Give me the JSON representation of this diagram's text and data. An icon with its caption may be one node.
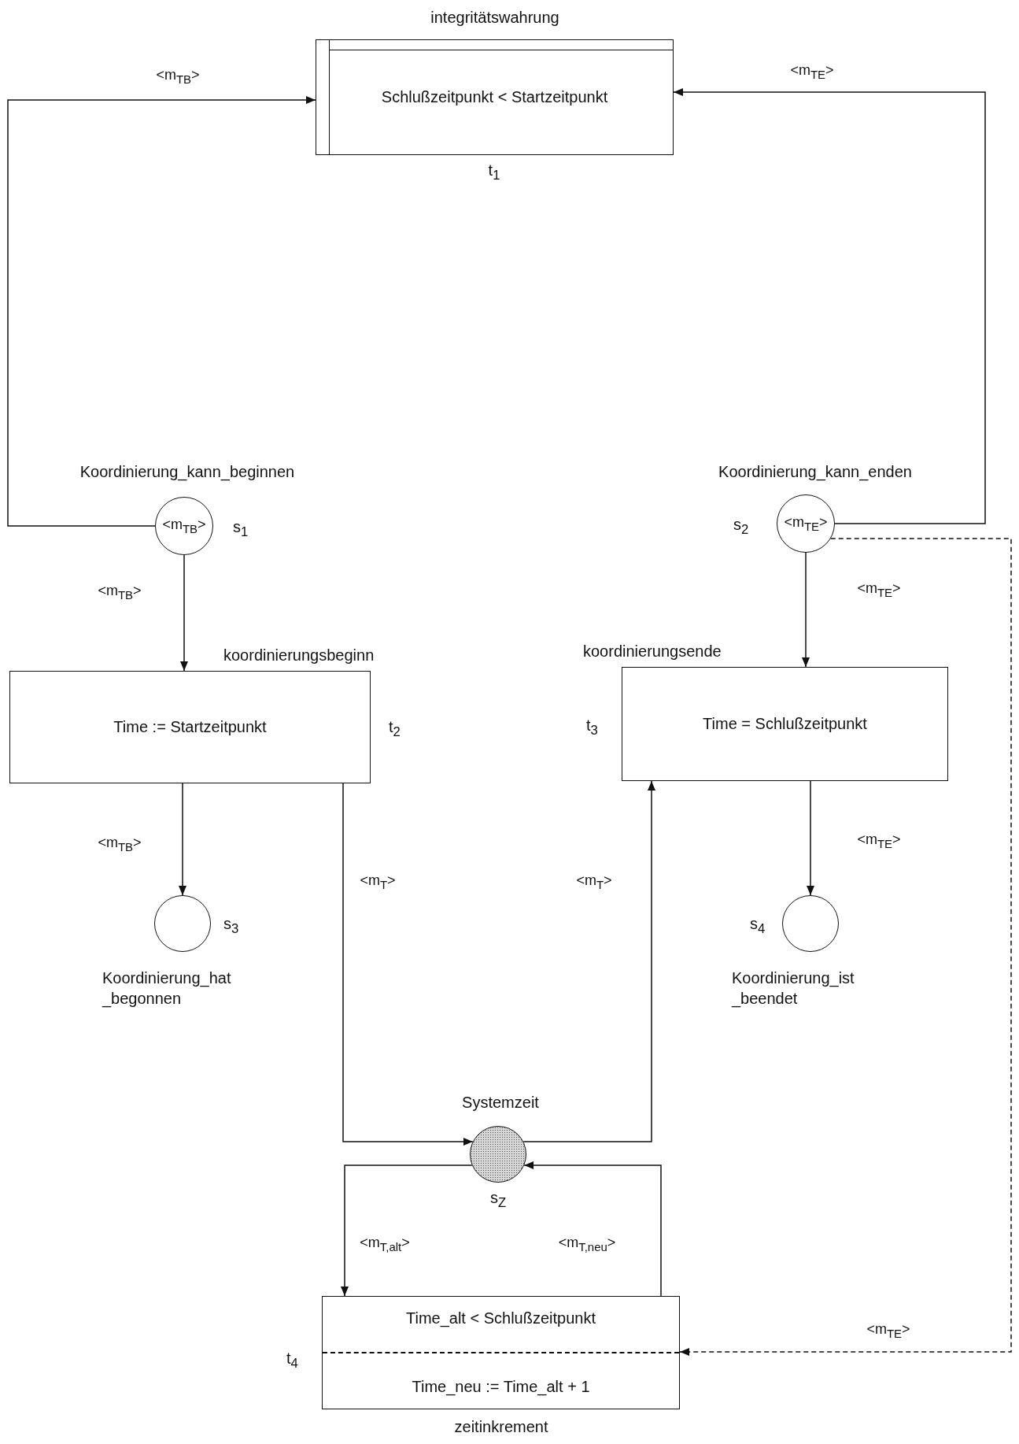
{
  "diagram": {
    "nodes": [
      {
        "text": [
          "integritätswahrung",
          "Schlußzeitpunkt < Startzeitpunkt"
        ],
        "beside": [
          "t$_{1}$"
        ]
      },
      {
        "text": [
          "<m$_{TB}$>"
        ],
        "beside": [
          "Koordinierung_kann_beginnen",
          "s$_{1}$"
        ]
      },
      {
        "text": [
          "<m$_{TE}$>"
        ],
        "beside": [
          "Koordinierung_kann_enden",
          "s$_{2}$"
        ]
      },
      {
        "text": [
          "koordinierungsbeginn",
          "Time := Startzeitpunkt"
        ],
        "beside": [
          "t$_{2}$"
        ]
      },
      {
        "text": [
          "koordinierungsende",
          "Time = Schlußzeitpunkt"
        ],
        "beside": [
          "t$_{3}$"
        ]
      },
      {
        "text": [
          "Koordinierung_hat _begonnen"
        ],
        "beside": [
          "s$_{3}$"
        ]
      },
      {
        "text": [
          "Koordinierung_ist _beendet"
        ],
        "beside": [
          "s$_{4}$"
        ]
      },
      {
        "text": [
          "Systemzeit"
        ],
        "beside": [
          "s$_{Z}$"
        ]
      },
      {
        "text": [
          "Time_alt < Schlußzeitpunkt",
          "Time_neu := Time_alt + 1",
          "zeitinkrement"
        ],
        "beside": [
          "t$_{4}$"
        ]
      }
    ],
    "edges": [
      {
        "from": 1,
        "to": 0,
        "arrow": "to",
        "label": "<m$_{TB}$>"
      },
      {
        "from": 2,
        "to": 0,
        "arrow": "to",
        "label": "<m$_{TE}$>"
      },
      {
        "from": 1,
        "to": 3,
        "arrow": "to",
        "label": "<m$_{TB}$>"
      },
      {
        "from": 2,
        "to": 4,
        "arrow": "to",
        "label": "<m$_{TE}$>"
      },
      {
        "from": 3,
        "to": 5,
        "arrow": "to",
        "label": "<m$_{TB}$>"
      },
      {
        "from": 4,
        "to": 6,
        "arrow": "to",
        "label": "<m$_{TE}$>"
      },
      {
        "from": 3,
        "to": 7,
        "arrow": "to",
        "label": "<m$_{T}$>"
      },
      {
        "from": 7,
        "to": 4,
        "arrow": "to",
        "label": "<m$_{T}$>"
      },
      {
        "from": 7,
        "to": 8,
        "arrow": "to",
        "label": "<m$_{T,alt}$>"
      },
      {
        "from": 8,
        "to": 7,
        "arrow": "to",
        "label": "<m$_{T,neu}$>"
      },
      {
        "from": 2,
        "to": 8,
        "arrow": "to",
        "label": "<m$_{TE}$>",
        "style": "dashed"
      }
    ]
  }
}
